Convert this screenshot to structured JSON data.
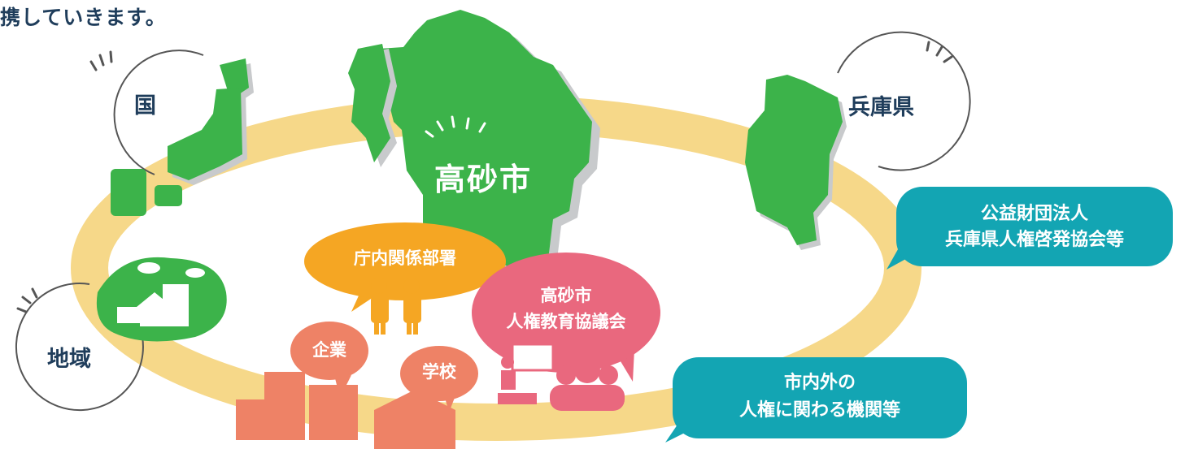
{
  "header": {
    "text": "携していきます。"
  },
  "nodes": {
    "kuni": "国",
    "hyogo": "兵庫県",
    "chiiki": "地域",
    "takasago": "高砂市"
  },
  "bubbles": {
    "chonai": "庁内関係部署",
    "kigyo": "企業",
    "gakko": "学校",
    "kyogikai_line1": "高砂市",
    "kyogikai_line2": "人権教育協議会"
  },
  "callouts": {
    "foundation_line1": "公益財団法人",
    "foundation_line2": "兵庫県人権啓発協会等",
    "shinaigai_line1": "市内外の",
    "shinaigai_line2": "人権に関わる機関等"
  },
  "colors": {
    "ring": "#f6d889",
    "map_green": "#3cb34a",
    "map_shadow": "#c8cacc",
    "orange": "#f5a623",
    "salmon": "#ee8266",
    "pink": "#e9687e",
    "teal": "#13a5b3",
    "navy": "#1f3d5b"
  }
}
